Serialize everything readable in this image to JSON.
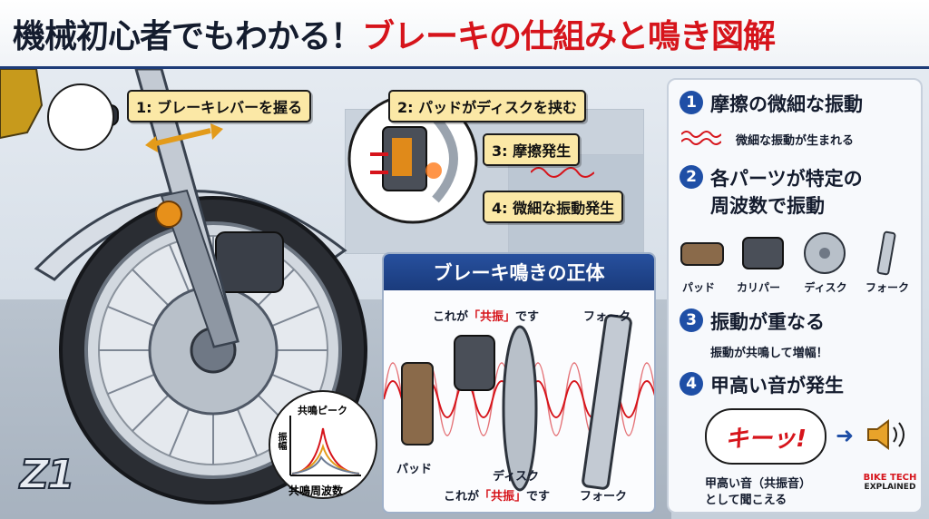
{
  "title": {
    "main": "機械初心者でもわかる！",
    "accent": "ブレーキの仕組みと鳴き図解"
  },
  "callouts": {
    "step1": "1: ブレーキレバーを握る",
    "step2": "2: パッドがディスクを挟む",
    "step3": "3: 摩擦発生",
    "step4": "4: 微細な振動発生"
  },
  "right_panel": {
    "steps": [
      {
        "num": "1",
        "title": "摩擦の微細な振動",
        "note": "微細な振動が生まれる"
      },
      {
        "num": "2",
        "title_line1": "各パーツが特定の",
        "title_line2": "周波数で振動"
      },
      {
        "num": "3",
        "title": "振動が重なる",
        "note": "振動が共鳴して増幅！"
      },
      {
        "num": "4",
        "title": "甲高い音が発生"
      }
    ],
    "parts": [
      "パッド",
      "カリパー",
      "ディスク",
      "フォーク"
    ],
    "sound_text": "キーッ!",
    "result_line1": "甲高い音（共振音）",
    "result_line2": "として聞こえる"
  },
  "center_panel": {
    "heading": "ブレーキ鳴きの正体",
    "resonance_top_prefix": "これが",
    "resonance_word": "「共振」",
    "resonance_suffix": "です",
    "fork_label_top": "フォーク",
    "pad_label": "パッド",
    "disc_label": "ディスク",
    "fork_label_bottom": "フォーク"
  },
  "graph": {
    "peak_label": "共鳴ピーク",
    "y_label": "振幅",
    "x_label": "共鳴周波数"
  },
  "logo": "Z1",
  "brand": {
    "line1": "BIKE TECH",
    "line2": "EXPLAINED"
  },
  "colors": {
    "accent_red": "#d6141b",
    "navy": "#1f4fa6",
    "callout_yellow": "#fbe8a6"
  }
}
